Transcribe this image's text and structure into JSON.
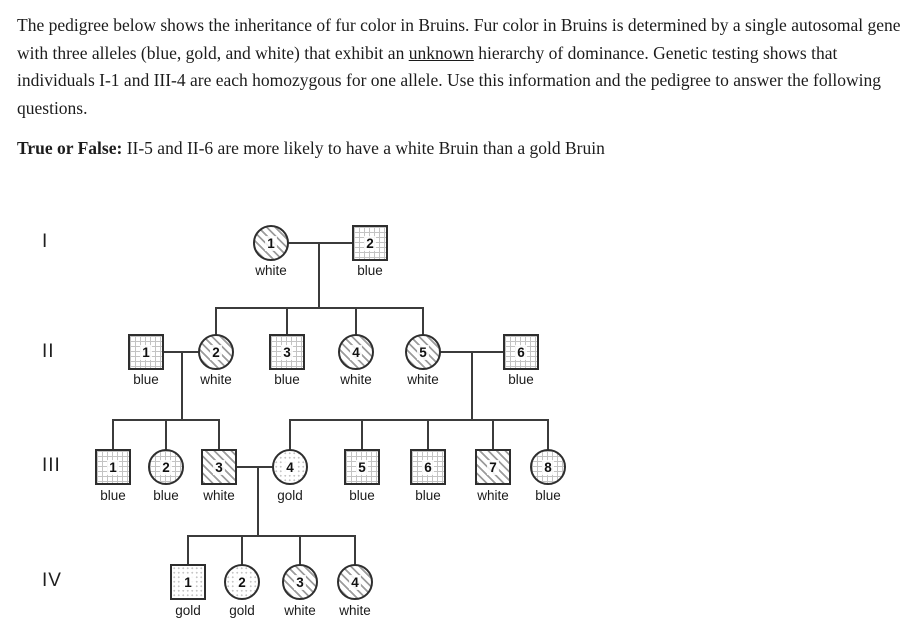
{
  "header": {
    "paragraph": {
      "part1": "The pedigree below shows the inheritance of fur color in Bruins. Fur color in Bruins is determined by a single autosomal gene with three alleles (blue, gold, and white) that exhibit an ",
      "underlined": "unknown",
      "part2": " hierarchy of dominance. Genetic testing shows that individuals I-1 and III-4 are each homozygous for one allele. Use this information and the pedigree to answer the following questions."
    },
    "question": {
      "bold": "True or False:",
      "text": " II-5 and II-6 are more likely to have a white Bruin than a gold Bruin"
    }
  },
  "pedigree": {
    "generation_labels": [
      "I",
      "II",
      "III",
      "IV"
    ],
    "patterns_legend": {
      "blue": "grid-crosshatch",
      "white": "diagonal-hatch",
      "gold": "light-stipple"
    },
    "individuals": [
      {
        "id": "I-1",
        "num": "1",
        "sex": "female",
        "phenotype": "white"
      },
      {
        "id": "I-2",
        "num": "2",
        "sex": "male",
        "phenotype": "blue"
      },
      {
        "id": "II-1",
        "num": "1",
        "sex": "male",
        "phenotype": "blue"
      },
      {
        "id": "II-2",
        "num": "2",
        "sex": "female",
        "phenotype": "white"
      },
      {
        "id": "II-3",
        "num": "3",
        "sex": "male",
        "phenotype": "blue"
      },
      {
        "id": "II-4",
        "num": "4",
        "sex": "female",
        "phenotype": "white"
      },
      {
        "id": "II-5",
        "num": "5",
        "sex": "female",
        "phenotype": "white"
      },
      {
        "id": "II-6",
        "num": "6",
        "sex": "male",
        "phenotype": "blue"
      },
      {
        "id": "III-1",
        "num": "1",
        "sex": "male",
        "phenotype": "blue"
      },
      {
        "id": "III-2",
        "num": "2",
        "sex": "female",
        "phenotype": "blue"
      },
      {
        "id": "III-3",
        "num": "3",
        "sex": "male",
        "phenotype": "white"
      },
      {
        "id": "III-4",
        "num": "4",
        "sex": "female",
        "phenotype": "gold"
      },
      {
        "id": "III-5",
        "num": "5",
        "sex": "male",
        "phenotype": "blue"
      },
      {
        "id": "III-6",
        "num": "6",
        "sex": "male",
        "phenotype": "blue"
      },
      {
        "id": "III-7",
        "num": "7",
        "sex": "male",
        "phenotype": "white"
      },
      {
        "id": "III-8",
        "num": "8",
        "sex": "female",
        "phenotype": "blue"
      },
      {
        "id": "IV-1",
        "num": "1",
        "sex": "male",
        "phenotype": "gold"
      },
      {
        "id": "IV-2",
        "num": "2",
        "sex": "female",
        "phenotype": "gold"
      },
      {
        "id": "IV-3",
        "num": "3",
        "sex": "female",
        "phenotype": "white"
      },
      {
        "id": "IV-4",
        "num": "4",
        "sex": "female",
        "phenotype": "white"
      }
    ],
    "couples": [
      {
        "partners": [
          "I-1",
          "I-2"
        ],
        "children": [
          "II-2",
          "II-3",
          "II-4",
          "II-5"
        ]
      },
      {
        "partners": [
          "II-1",
          "II-2"
        ],
        "children": [
          "III-1",
          "III-2",
          "III-3"
        ]
      },
      {
        "partners": [
          "II-5",
          "II-6"
        ],
        "children": [
          "III-4",
          "III-5",
          "III-6",
          "III-7",
          "III-8"
        ]
      },
      {
        "partners": [
          "III-3",
          "III-4"
        ],
        "children": [
          "IV-1",
          "IV-2",
          "IV-3",
          "IV-4"
        ]
      }
    ]
  },
  "colors": {
    "background": "#ffffff",
    "text": "#1c1c1c",
    "line": "#3b3b3b",
    "shape_border": "#2e2e2e",
    "grid_pattern": "#c3c3c3",
    "hatch_pattern": "#9c9c9c",
    "stipple_pattern": "#c5c5c5"
  }
}
